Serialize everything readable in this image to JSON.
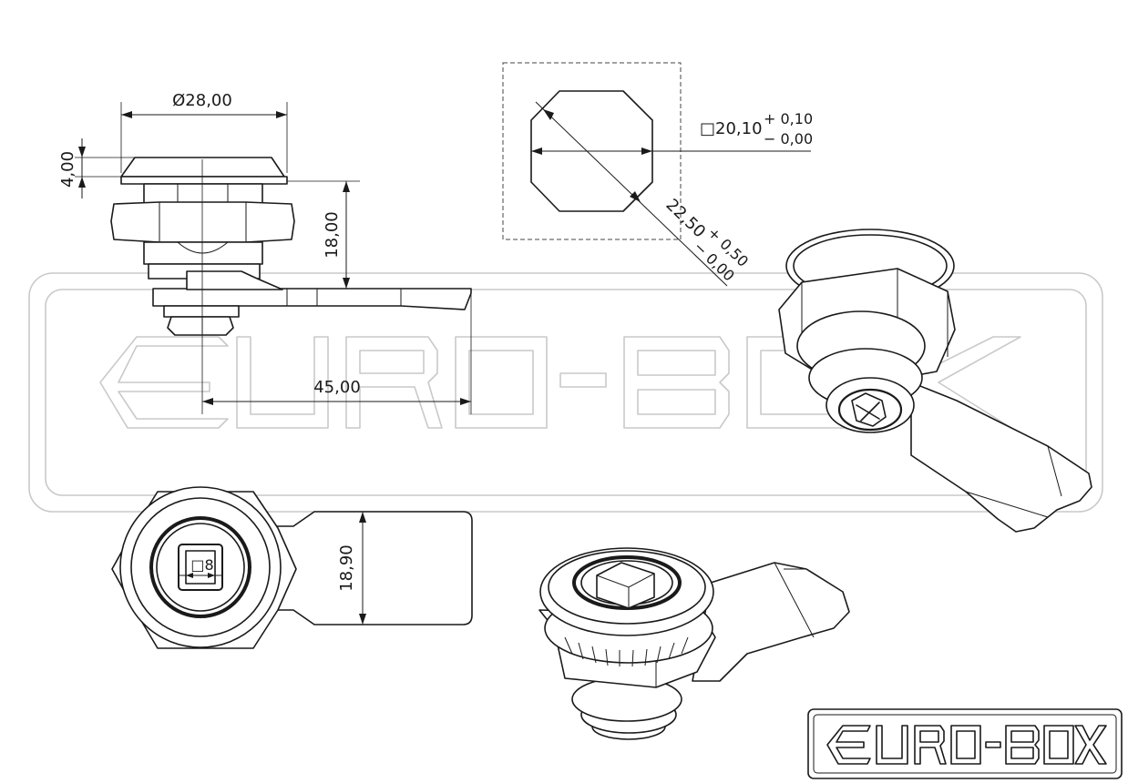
{
  "dimensions": {
    "diameter": "Ø28,00",
    "height_top": "4,00",
    "height_body": "18,00",
    "length": "45,00",
    "square_cutout": "□20,10",
    "square_tol_plus": "+ 0,10",
    "square_tol_minus": "− 0,00",
    "diagonal": "22,50",
    "diagonal_tol_plus": "+ 0,50",
    "diagonal_tol_minus": "− 0,00",
    "cam_width": "18,90",
    "key_square": "□8"
  },
  "logo": {
    "text": "EURO-BOX"
  },
  "colors": {
    "line": "#1a1a1a",
    "watermark": "#c9c9c9",
    "background": "#ffffff"
  }
}
